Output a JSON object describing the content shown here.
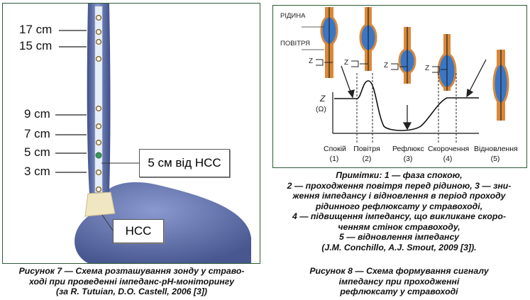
{
  "figure7": {
    "markers": [
      "17 cm",
      "15 cm",
      "9 cm",
      "7 cm",
      "5 cm",
      "3 cm"
    ],
    "callout_5cm": "5 см від НСС",
    "callout_hcc": "НСС",
    "caption_line1": "Рисунок 7 — Схема розташування зонду у страво-",
    "caption_line2": "ході при проведенні імпеданс-рН-моніторингу",
    "caption_line3": "(за R. Tutuian, D.O. Castell, 2006 [3])"
  },
  "figure8": {
    "label_fluid": "РІДИНА",
    "label_air": "ПОВІТРЯ",
    "z_marker": "Z",
    "y_axis_z": "Z",
    "y_axis_unit": "(Ω)",
    "phases": [
      {
        "name": "Спокій",
        "num": "(1)"
      },
      {
        "name": "Повітря",
        "num": "(2)"
      },
      {
        "name": "Рефлюкс",
        "num": "(3)"
      },
      {
        "name": "Скорочення",
        "num": "(4)"
      },
      {
        "name": "Відновлення",
        "num": "(5)"
      }
    ],
    "notes_line1": "Примітки: 1 — фаза спокою,",
    "notes_line2": "2 — проходження повітря перед рідиною, 3 — зни-",
    "notes_line3": "ження імпедансу і відновлення в період проходу",
    "notes_line4": "рідинного рефлюксату у стравоході,",
    "notes_line5": "4 — підвищення імпедансу, що викликане скоро-",
    "notes_line6": "ченням стінок стравоходу,",
    "notes_line7": "5 — відновлення імпедансу",
    "notes_line8": "(J.M. Conchillo, A.J. Smout, 2009 [3]).",
    "caption_line1": "Рисунок 8 — Схема формування сигналу",
    "caption_line2": "імпедансу при проходженні",
    "caption_line3": "рефлюксату у стравоході"
  },
  "colors": {
    "border": "#2f5a36",
    "esophagus": "#5b6fa8",
    "stomach": "#5668a6",
    "sphincter": "#f1e6c2",
    "probe_channel": "#e8eef8",
    "sensor_ring": "#8a6a2a",
    "ph_sensor": "#3a9a5a",
    "tube_orange": "#d9883a",
    "bolus_blue": "#3b76c4"
  }
}
